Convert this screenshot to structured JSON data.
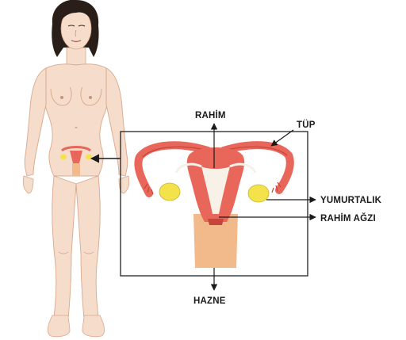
{
  "labels": {
    "uterus": "RAHİM",
    "tube": "TÜP",
    "ovary": "YUMURTALIK",
    "cervix": "RAHİM AĞZI",
    "vagina": "HAZNE"
  },
  "colors": {
    "skin": "#f6dccb",
    "skin_shadow": "#e3b79d",
    "hair": "#2a1e18",
    "uterus": "#e8665a",
    "uterus_dark": "#c8453a",
    "ovary": "#f3e24a",
    "vagina": "#f2b98a",
    "frame": "#222222"
  }
}
